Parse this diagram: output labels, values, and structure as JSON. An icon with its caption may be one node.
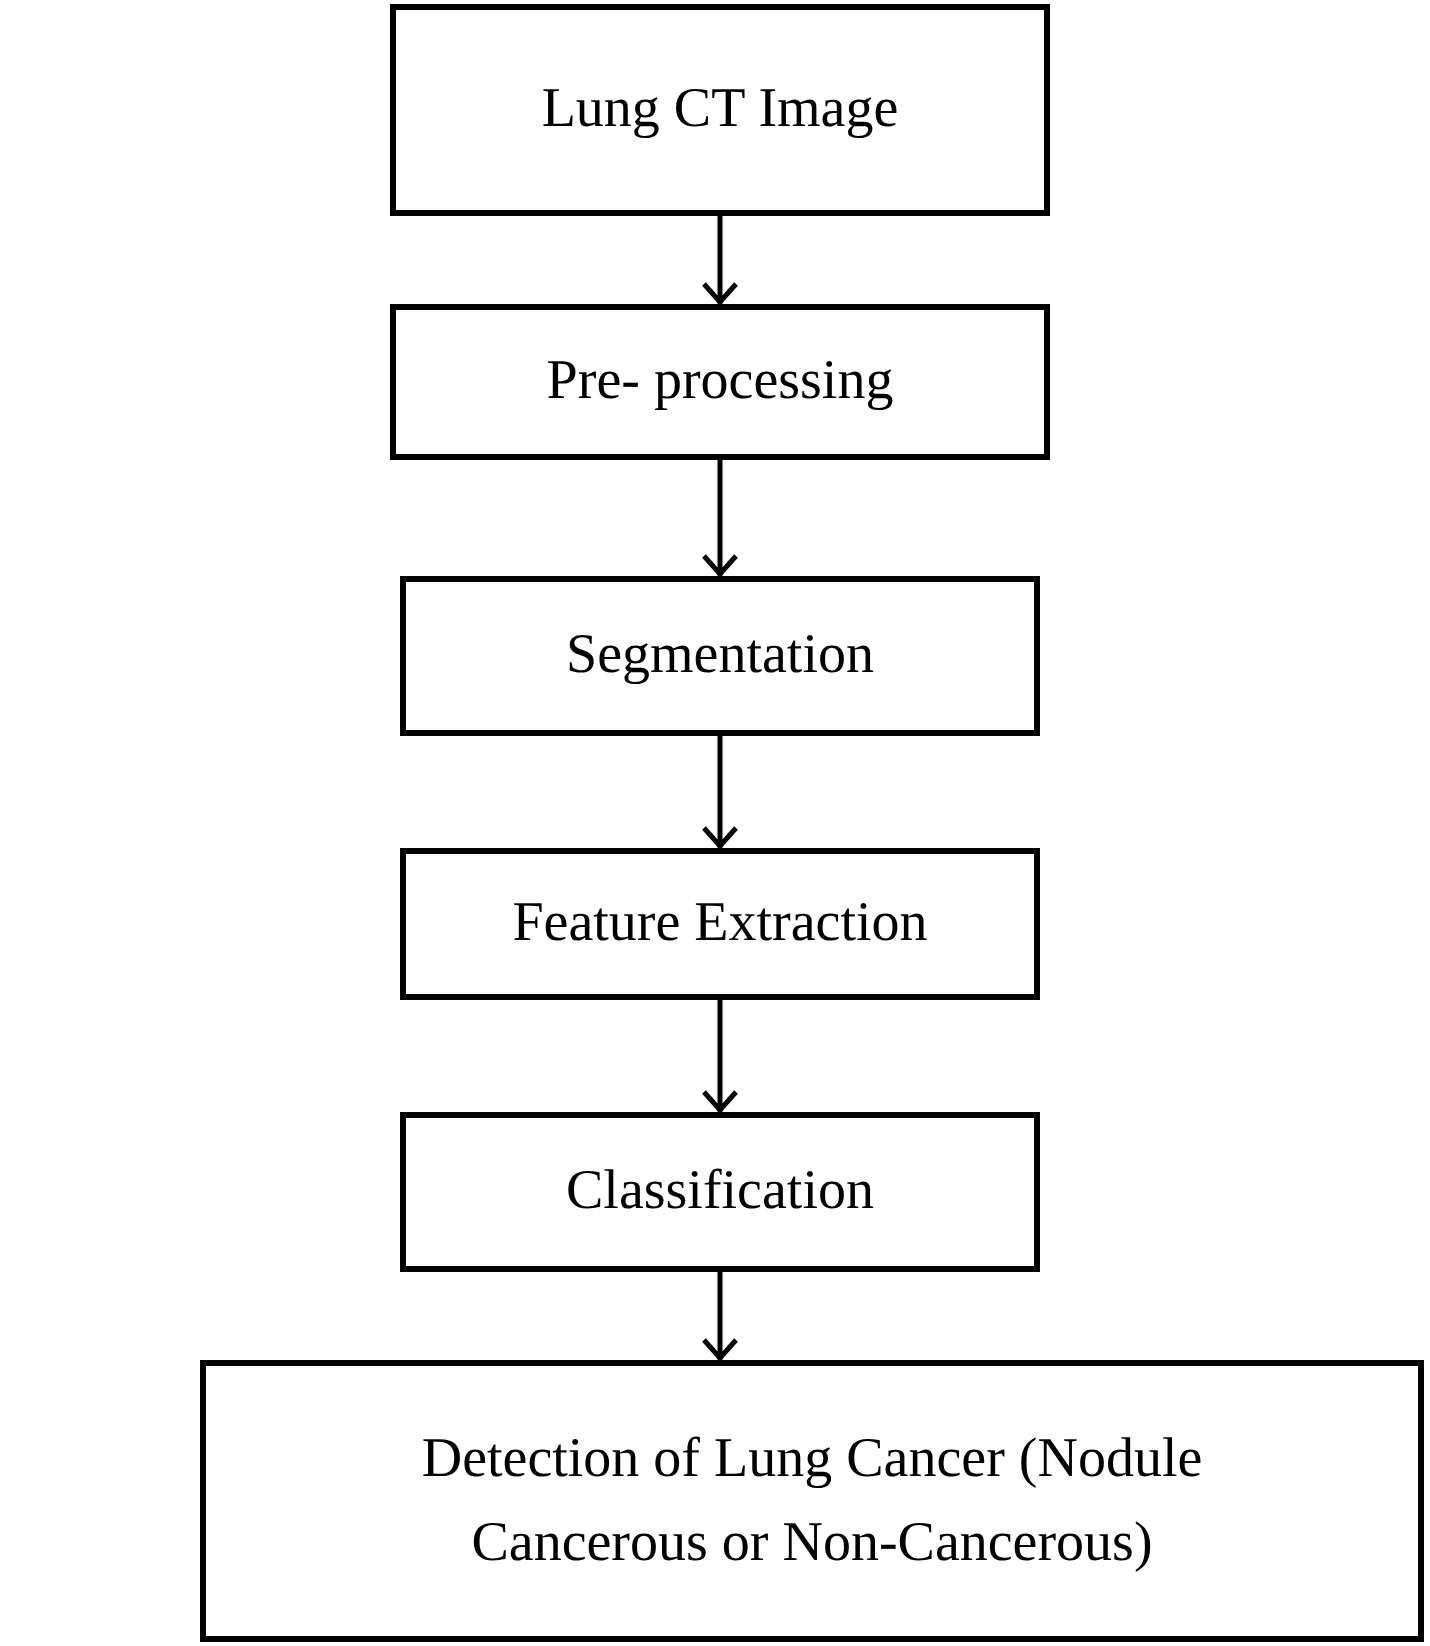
{
  "diagram": {
    "nodes": [
      {
        "text": [
          "Lung CT Image"
        ]
      },
      {
        "text": [
          "Pre- processing"
        ]
      },
      {
        "text": [
          "Segmentation"
        ]
      },
      {
        "text": [
          "Feature Extraction"
        ]
      },
      {
        "text": [
          "Classification"
        ]
      },
      {
        "text": [
          "Detection of Lung Cancer (Nodule Cancerous or Non-Cancerous)"
        ]
      }
    ],
    "edges": [
      {
        "from": 0,
        "to": 1,
        "arrow": "to"
      },
      {
        "from": 1,
        "to": 2,
        "arrow": "to"
      },
      {
        "from": 2,
        "to": 3,
        "arrow": "to"
      },
      {
        "from": 3,
        "to": 4,
        "arrow": "to"
      },
      {
        "from": 4,
        "to": 5,
        "arrow": "to"
      }
    ]
  }
}
